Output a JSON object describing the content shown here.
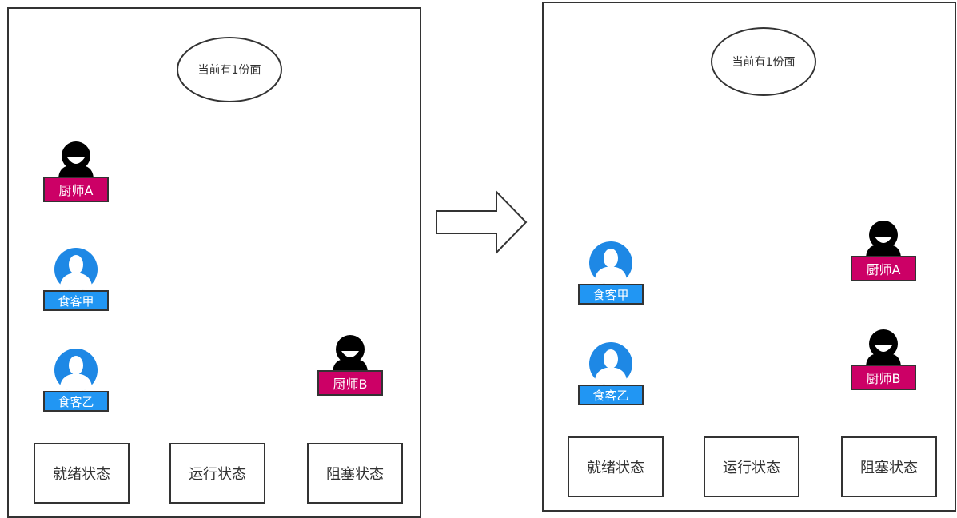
{
  "left_scene": {
    "resource_label": "当前有1份面",
    "people": [
      {
        "id": "chef-a",
        "role": "chef",
        "label": "厨师A"
      },
      {
        "id": "diner-jia",
        "role": "diner",
        "label": "食客甲"
      },
      {
        "id": "diner-yi",
        "role": "diner",
        "label": "食客乙"
      },
      {
        "id": "chef-b",
        "role": "chef",
        "label": "厨师B"
      }
    ],
    "states": [
      "就绪状态",
      "运行状态",
      "阻塞状态"
    ]
  },
  "right_scene": {
    "resource_label": "当前有1份面",
    "people": [
      {
        "id": "diner-jia",
        "role": "diner",
        "label": "食客甲"
      },
      {
        "id": "diner-yi",
        "role": "diner",
        "label": "食客乙"
      },
      {
        "id": "chef-a",
        "role": "chef",
        "label": "厨师A"
      },
      {
        "id": "chef-b",
        "role": "chef",
        "label": "厨师B"
      }
    ],
    "states": [
      "就绪状态",
      "运行状态",
      "阻塞状态"
    ]
  },
  "colors": {
    "chef_tag": "#cc0066",
    "diner_tag": "#2196f3",
    "diner_avatar": "#1e88e5",
    "chef_avatar": "#000000",
    "outline": "#333333"
  },
  "icons": {
    "chef": "smiling-person-icon",
    "diner": "user-avatar-icon",
    "transition": "right-arrow-icon"
  }
}
